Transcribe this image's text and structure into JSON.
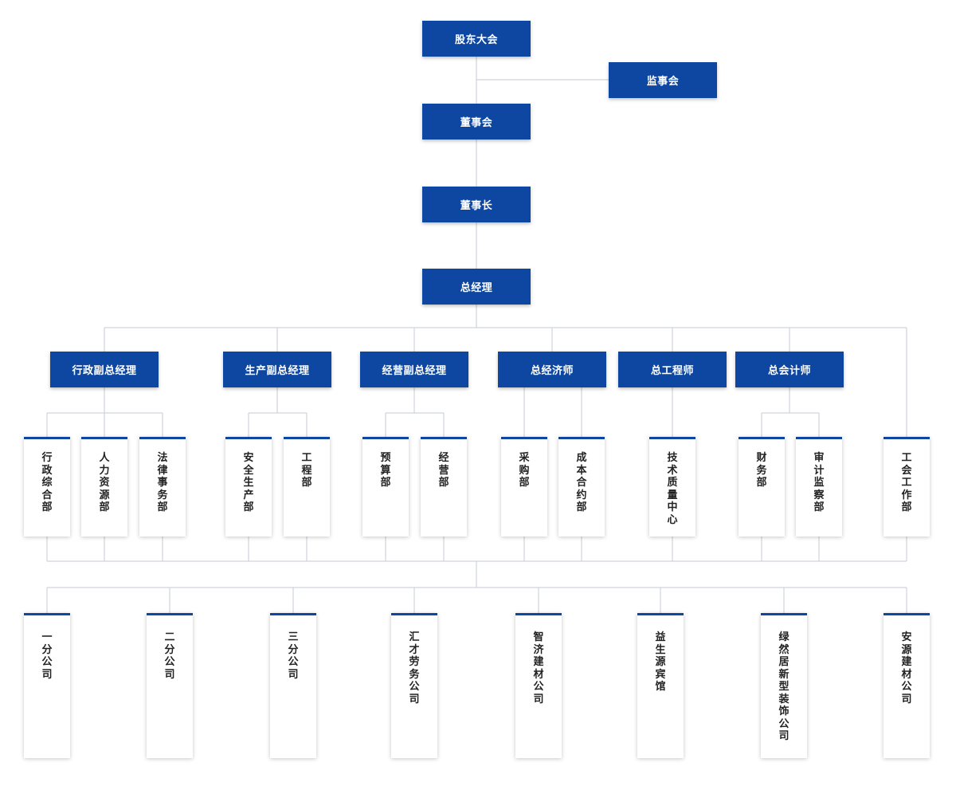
{
  "top": {
    "shareholders": "股东大会",
    "supervisors": "监事会",
    "board": "董事会",
    "chairman": "董事长",
    "gm": "总经理"
  },
  "executives": [
    "行政副总经理",
    "生产副总经理",
    "经营副总经理",
    "总经济师",
    "总工程师",
    "总会计师"
  ],
  "departments": [
    "行政综合部",
    "人力资源部",
    "法律事务部",
    "安全生产部",
    "工程部",
    "预算部",
    "经营部",
    "采购部",
    "成本合约部",
    "技术质量中心",
    "财务部",
    "审计监察部",
    "工会工作部"
  ],
  "subsidiaries": [
    "一分公司",
    "二分公司",
    "三分公司",
    "汇才劳务公司",
    "智济建材公司",
    "益生源宾馆",
    "绿然居新型装饰公司",
    "安源建材公司"
  ],
  "colors": {
    "box": "#0d47a1",
    "line": "#cfd3da",
    "text": "#222222"
  }
}
